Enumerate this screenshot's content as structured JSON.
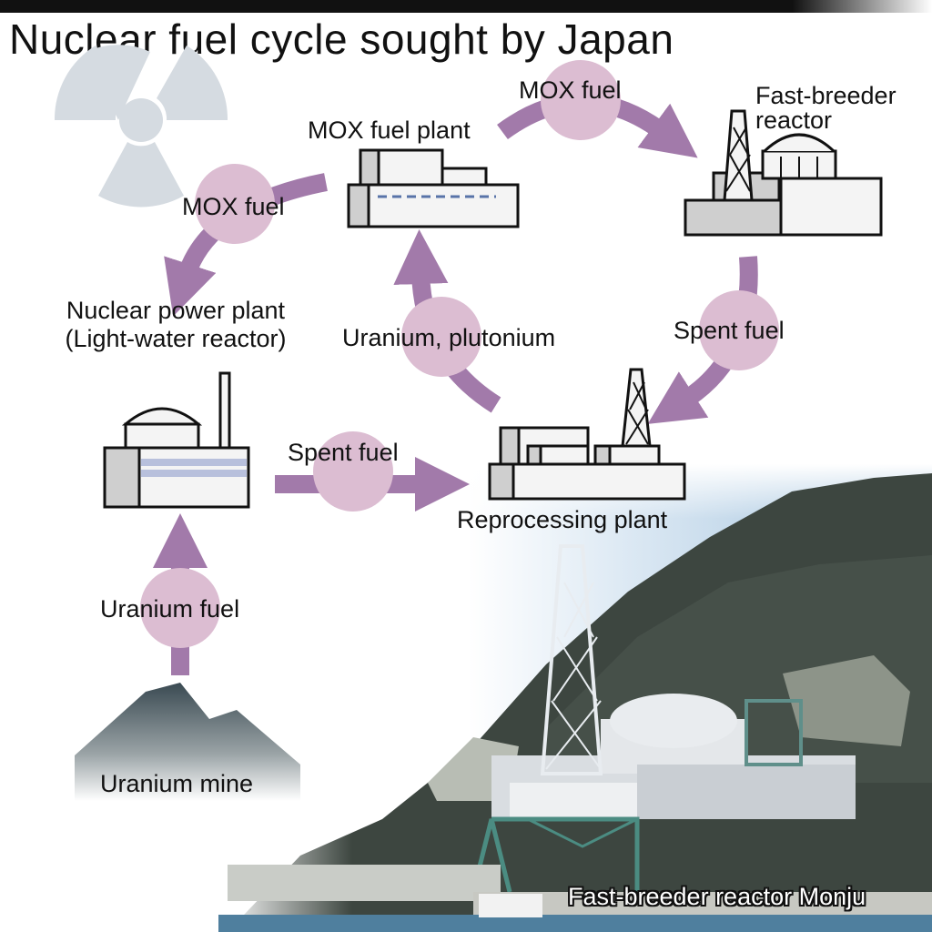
{
  "title": "Nuclear fuel cycle sought by Japan",
  "labels": {
    "fast_breeder": "Fast-breeder\nreactor",
    "mox_plant": "MOX fuel plant",
    "mox_fuel_top": "MOX fuel",
    "mox_fuel_left": "MOX fuel",
    "nuclear_power_plant": "Nuclear power plant\n(Light-water reactor)",
    "uranium_plutonium": "Uranium, plutonium",
    "spent_fuel_right": "Spent fuel",
    "spent_fuel_bottom": "Spent fuel",
    "reprocessing_plant": "Reprocessing plant",
    "uranium_fuel": "Uranium fuel",
    "uranium_mine": "Uranium mine",
    "photo_caption": "Fast-breeder reactor Monju"
  },
  "icons": [
    "radiation-symbol-icon",
    "mox-fuel-plant-icon",
    "fast-breeder-reactor-icon",
    "nuclear-power-plant-icon",
    "reprocessing-plant-icon",
    "mountain-icon"
  ],
  "colors": {
    "arrow": "#a27aaa",
    "node_circle": "#dcbdd2",
    "building_fill": "#f4f4f4",
    "building_shade": "#cfcfcf",
    "radiation_symbol": "#d5dbe1",
    "pipe_stripe": "#b8c0dc"
  }
}
